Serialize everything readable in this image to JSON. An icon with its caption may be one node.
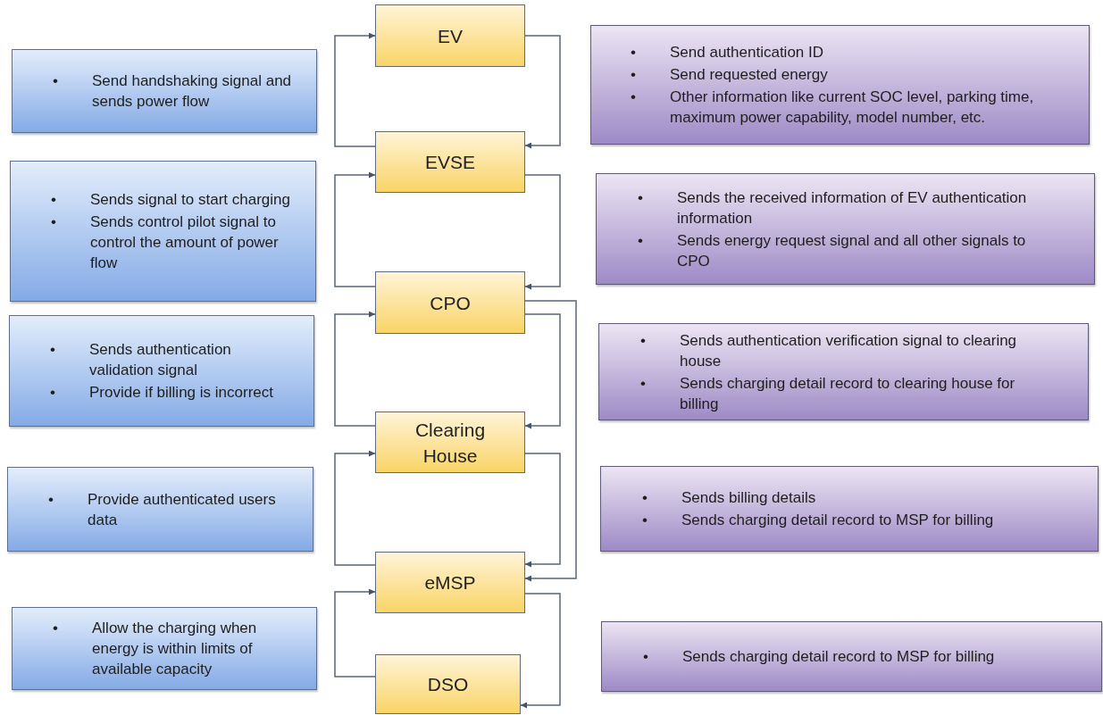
{
  "diagram": {
    "nodes": [
      {
        "text": [
          "EV"
        ]
      },
      {
        "text": [
          "EVSE"
        ]
      },
      {
        "text": [
          "CPO"
        ]
      },
      {
        "text": [
          "Clearing House"
        ]
      },
      {
        "text": [
          "eMSP"
        ]
      },
      {
        "text": [
          "DSO"
        ]
      },
      {
        "text": [
          "•",
          "Send handshaking signal and sends power flow"
        ]
      },
      {
        "text": [
          "•",
          "Sends signal to start charging",
          "•",
          "Sends control pilot signal to control the amount of power flow"
        ]
      },
      {
        "text": [
          "•",
          "Sends authentication validation signal",
          "•",
          "Provide if billing is incorrect"
        ]
      },
      {
        "text": [
          "•",
          "Provide authenticated users data"
        ]
      },
      {
        "text": [
          "•",
          "Allow the charging when energy is within limits of available capacity"
        ]
      },
      {
        "text": [
          "•",
          "Send authentication ID",
          "•",
          "Send requested energy",
          "•",
          "Other information like current SOC level, parking time, maximum power capability, model number, etc."
        ]
      },
      {
        "text": [
          "•",
          "Sends the received information of EV authentication information",
          "•",
          "Sends energy request signal and all other signals to CPO"
        ]
      },
      {
        "text": [
          "•",
          "Sends authentication verification signal to clearing house",
          "•",
          "Sends charging detail record to clearing house for billing"
        ]
      },
      {
        "text": [
          "•",
          "Sends billing details",
          "•",
          "Sends charging detail record to MSP for billing"
        ]
      },
      {
        "text": [
          "•",
          "Sends charging detail record to MSP for billing"
        ]
      }
    ],
    "edges": [
      {
        "from": 1,
        "to": 0,
        "arrow": "to"
      },
      {
        "from": 0,
        "to": 1,
        "arrow": "to"
      },
      {
        "from": 2,
        "to": 1,
        "arrow": "to"
      },
      {
        "from": 1,
        "to": 2,
        "arrow": "to"
      },
      {
        "from": 3,
        "to": 2,
        "arrow": "to"
      },
      {
        "from": 2,
        "to": 3,
        "arrow": "to"
      },
      {
        "from": 2,
        "to": 4,
        "arrow": "to"
      },
      {
        "from": 4,
        "to": 3,
        "arrow": "to"
      },
      {
        "from": 3,
        "to": 4,
        "arrow": "to"
      },
      {
        "from": 5,
        "to": 4,
        "arrow": "to"
      },
      {
        "from": 4,
        "to": 5,
        "arrow": "to"
      }
    ]
  }
}
